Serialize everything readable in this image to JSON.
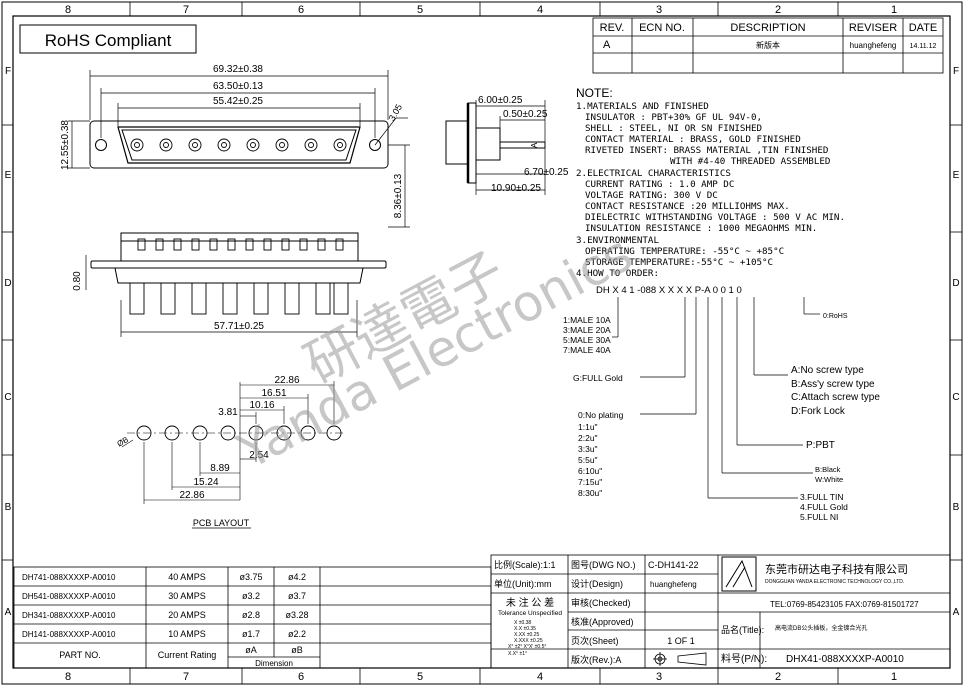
{
  "border": {
    "columns": [
      "8",
      "7",
      "6",
      "5",
      "4",
      "3",
      "2",
      "1"
    ],
    "rows": [
      "F",
      "E",
      "D",
      "C",
      "B",
      "A"
    ]
  },
  "badge": "RoHS Compliant",
  "revision": {
    "headers": [
      "REV.",
      "ECN NO.",
      "DESCRIPTION",
      "REVISER",
      "DATE"
    ],
    "row": {
      "rev": "A",
      "ecn": "",
      "description": "新版本",
      "reviser": "huanghefeng",
      "date": "14.11.12"
    }
  },
  "dims": {
    "d1": "69.32±0.38",
    "d2": "63.50±0.13",
    "d3": "55.42±0.25",
    "d4": "3.05",
    "d5": "12.55±0.38",
    "d6": "8.36±0.13",
    "d7": "6.00±0.25",
    "d8": "0.50±0.25",
    "d9": "6.70±0.25",
    "d10": "10.90±0.25",
    "d11": "A",
    "d12": "0.80",
    "d13": "57.71±0.25"
  },
  "pcb": {
    "dims": [
      "22.86",
      "16.51",
      "10.16",
      "3.81",
      "2.54",
      "8.89",
      "15.24",
      "22.86"
    ],
    "hole_label": "ØB",
    "title": "PCB LAYOUT"
  },
  "notes": {
    "heading": "NOTE:",
    "lines": [
      "1.MATERIALS AND FINISHED",
      "INSULATOR : PBT+30% GF UL 94V-0,",
      "SHELL : STEEL, NI OR SN FINISHED",
      "CONTACT MATERIAL : BRASS,    GOLD FINISHED",
      "RIVETED INSERT: BRASS MATERIAL ,TIN FINISHED",
      "WITH #4-40 THREADED ASSEMBLED",
      "2.ELECTRICAL CHARACTERISTICS",
      "CURRENT RATING : 1.0 AMP DC",
      "VOLTAGE RATING: 300 V DC",
      "CONTACT RESISTANCE :20 MILLIOHMS MAX.",
      "DIELECTRIC WITHSTANDING VOLTAGE : 500 V AC MIN.",
      "INSULATION RESISTANCE : 1000 MEGAOHMS MIN.",
      "3.ENVIRONMENTAL",
      "OPERATING TEMPERATURE: -55°C ~ +85°C",
      "STORAGE TEMPERATURE:-55°C ~ +105°C",
      "4.HOW TO ORDER:"
    ]
  },
  "order": {
    "code": "DH X 4 1 -088 X X X X P-A 0 0 1 0",
    "rohs": "0:RoHS",
    "current_options": [
      "1:MALE 10A",
      "3:MALE 20A",
      "5:MALE 30A",
      "7:MALE 40A"
    ],
    "gold": "G:FULL Gold",
    "plating": [
      "0:No plating",
      "1:1u\"",
      "2:2u\"",
      "3:3u\"",
      "5:5u\"",
      "6:10u\"",
      "7:15u\"",
      "8:30u\""
    ],
    "screw": [
      "A:No screw type",
      "B:Ass'y screw type",
      "C:Attach screw type",
      "D:Fork Lock"
    ],
    "pbt": "P:PBT",
    "color": [
      "B:Black",
      "W:White"
    ],
    "finish": [
      "3.FULL TIN",
      "4.FULL Gold",
      "5.FULL NI"
    ]
  },
  "parts_table": {
    "rows": [
      {
        "part": "DH741-088XXXXP-A0010",
        "current": "40 AMPS",
        "a": "ø3.75",
        "b": "ø4.2"
      },
      {
        "part": "DH541-088XXXXP-A0010",
        "current": "30 AMPS",
        "a": "ø3.2",
        "b": "ø3.7"
      },
      {
        "part": "DH341-088XXXXP-A0010",
        "current": "20 AMPS",
        "a": "ø2.8",
        "b": "ø3.28"
      },
      {
        "part": "DH141-088XXXXP-A0010",
        "current": "10 AMPS",
        "a": "ø1.7",
        "b": "ø2.2"
      }
    ],
    "footer": {
      "part": "PART NO.",
      "current": "Current Rating",
      "a": "øA",
      "b": "øB",
      "dimension": "Dimension"
    }
  },
  "title_block": {
    "scale": "比例(Scale):1:1",
    "dwg_no_label": "图号(DWG NO.)",
    "dwg_no": "C-DH141-22",
    "unit": "单位(Unit):mm",
    "design_label": "设计(Design)",
    "designer": "huanghefeng",
    "tol_title": "未 注 公 差",
    "tol_sub": "Tolerance Unspecified",
    "tol_lines": [
      "X  ±0.38",
      "X.X ±0.35",
      "X.XX ±0.25",
      "X.XXX ±0.25",
      "X°  ±2° X°X' ±0.5°",
      "X.X° ±1°"
    ],
    "checked_label": "审核(Checked)",
    "approved_label": "核准(Approved)",
    "sheet_label": "页次(Sheet)",
    "sheet": "1  OF  1",
    "rev_label": "版次(Rev.):A",
    "company_cn": "东莞市研达电子科技有限公司",
    "company_en": "DONGGUAN YANDA ELECTRONIC TECHNOLOGY CO.,LTD.",
    "contact": "TEL:0769-85423105   FAX:0769-81501727",
    "title_label": "品名(Title):",
    "title_value": "高电流DB公头插板，全金镀合光孔",
    "pn_label": "料号(P/N):",
    "pn_value": "DHX41-088XXXXP-A0010"
  },
  "watermark": {
    "cn": "研達電子",
    "en": "Yanda Electronics"
  }
}
